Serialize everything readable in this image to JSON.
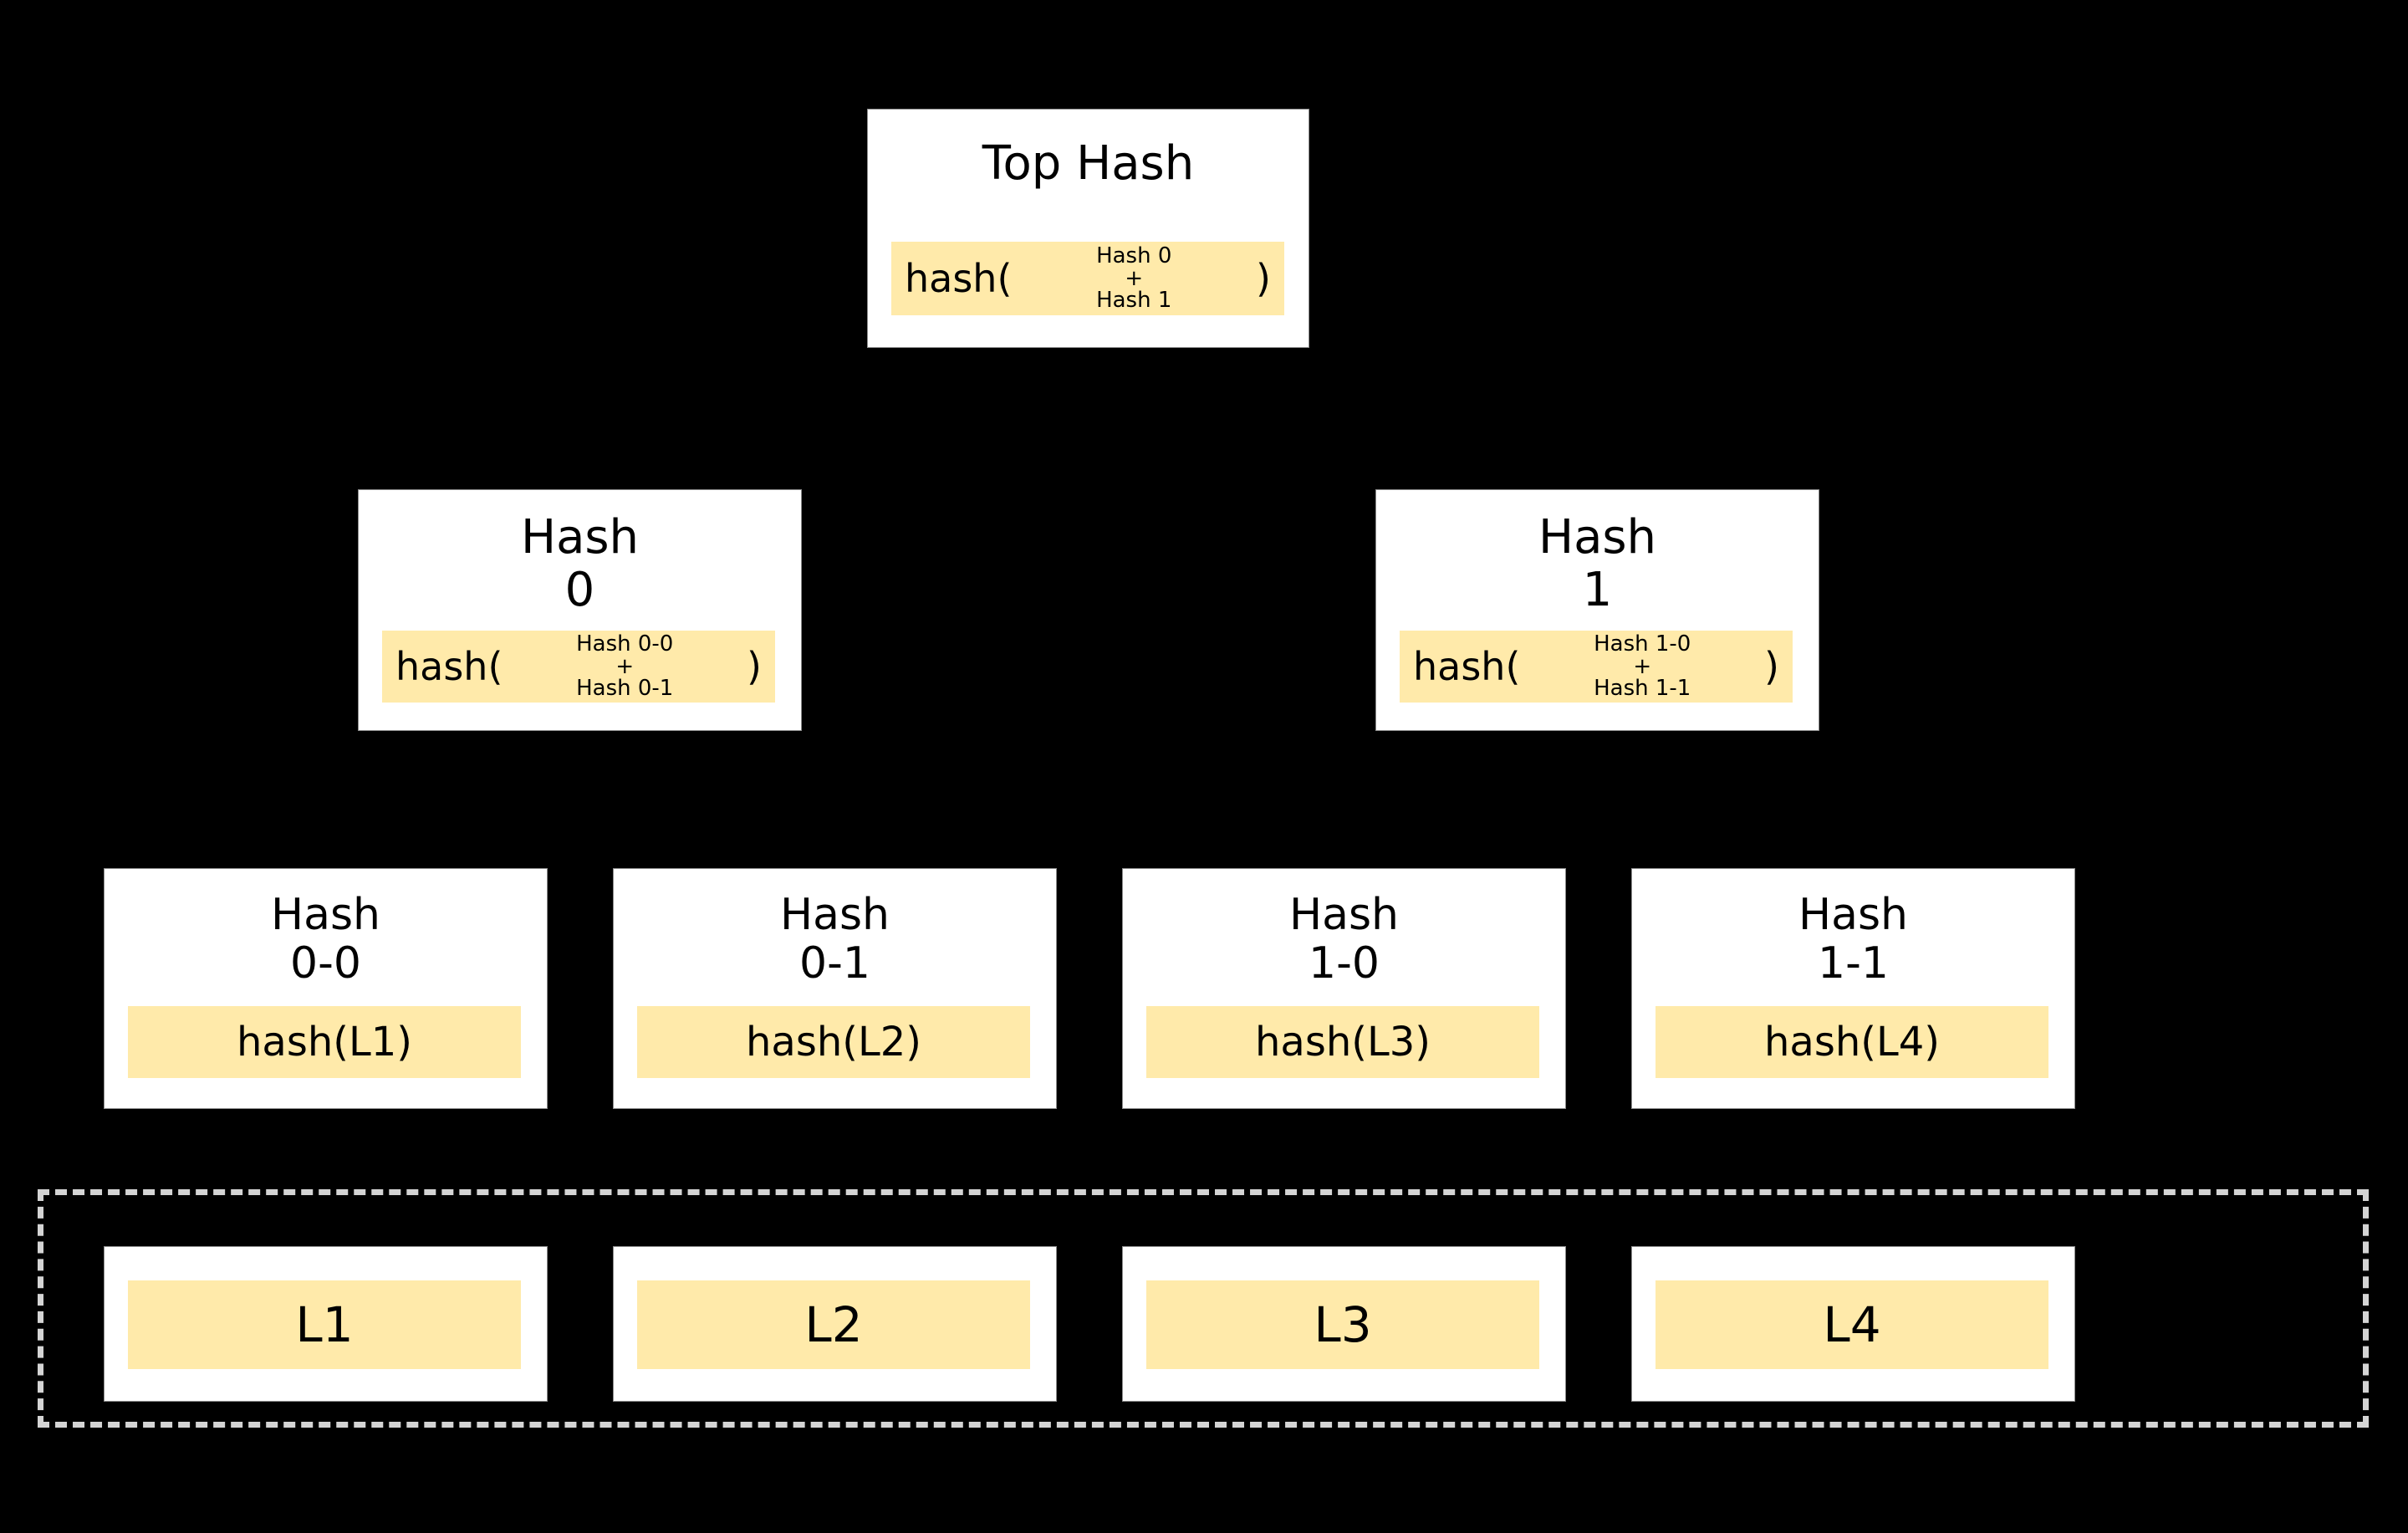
{
  "diagram": {
    "type": "merkle-tree",
    "background_color": "#000000",
    "card_color": "#ffffff",
    "chip_color": "#ffeaaa",
    "dashed_border_color": "#d4d4d4",
    "text_color": "#000000"
  },
  "root": {
    "title": "Top Hash",
    "formula": {
      "keyword": "hash(",
      "arg1": "Hash 0",
      "operator": "+",
      "arg2": "Hash 1",
      "close": ")"
    }
  },
  "level1": [
    {
      "title": "Hash\n0",
      "formula": {
        "keyword": "hash(",
        "arg1": "Hash 0-0",
        "operator": "+",
        "arg2": "Hash 0-1",
        "close": ")"
      }
    },
    {
      "title": "Hash\n1",
      "formula": {
        "keyword": "hash(",
        "arg1": "Hash 1-0",
        "operator": "+",
        "arg2": "Hash 1-1",
        "close": ")"
      }
    }
  ],
  "level2": [
    {
      "title": "Hash\n0-0",
      "formula_text": "hash(L1)"
    },
    {
      "title": "Hash\n0-1",
      "formula_text": "hash(L2)"
    },
    {
      "title": "Hash\n1-0",
      "formula_text": "hash(L3)"
    },
    {
      "title": "Hash\n1-1",
      "formula_text": "hash(L4)"
    }
  ],
  "data_blocks": [
    {
      "label": "L1"
    },
    {
      "label": "L2"
    },
    {
      "label": "L3"
    },
    {
      "label": "L4"
    }
  ]
}
